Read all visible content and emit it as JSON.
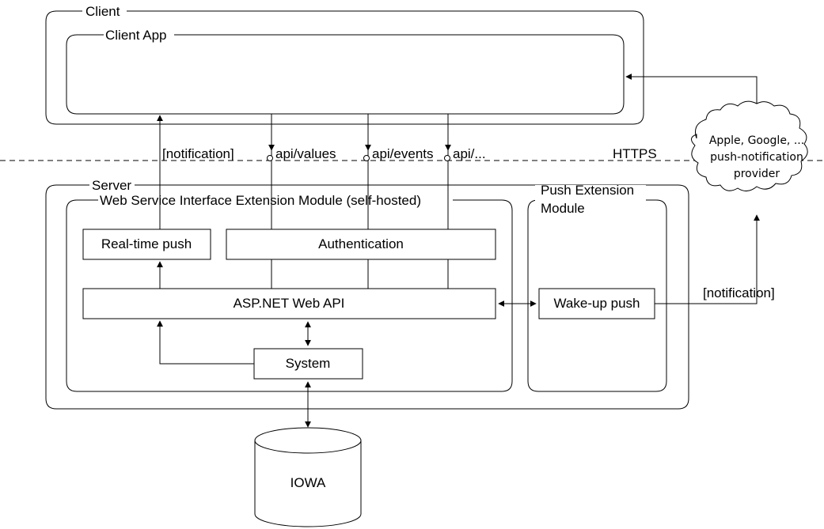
{
  "client": {
    "label": "Client",
    "app_label": "Client App"
  },
  "https_boundary": {
    "label": "HTTPS",
    "notification_label": "[notification]",
    "endpoints": [
      "api/values",
      "api/events",
      "api/..."
    ]
  },
  "server": {
    "label": "Server",
    "web_module_label": "Web Service Interface Extension Module (self-hosted)",
    "push_module_label_line1": "Push Extension",
    "push_module_label_line2": "Module",
    "realtime_push": "Real-time push",
    "authentication": "Authentication",
    "web_api": "ASP.NET Web API",
    "system": "System",
    "wakeup_push": "Wake-up push",
    "wakeup_notification_label": "[notification]"
  },
  "database": {
    "label": "IOWA"
  },
  "push_provider": {
    "line1": "Apple, Google, ...",
    "line2": "push-notification",
    "line3": "provider"
  }
}
